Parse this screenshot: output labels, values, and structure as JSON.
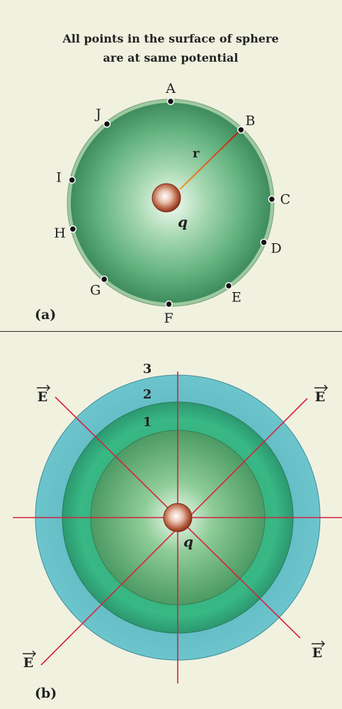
{
  "panel_a": {
    "title_line1": "All points in the surface of sphere",
    "title_line2": "are at same potential",
    "radius_label": "r",
    "charge_label": "q",
    "panel_label": "(a)",
    "points": [
      {
        "label": "A",
        "angle_deg": 90
      },
      {
        "label": "B",
        "angle_deg": 46
      },
      {
        "label": "C",
        "angle_deg": 2
      },
      {
        "label": "D",
        "angle_deg": -23
      },
      {
        "label": "E",
        "angle_deg": -55
      },
      {
        "label": "F",
        "angle_deg": -91
      },
      {
        "label": "G",
        "angle_deg": -131
      },
      {
        "label": "H",
        "angle_deg": -165
      },
      {
        "label": "I",
        "angle_deg": 167
      },
      {
        "label": "J",
        "angle_deg": 129
      }
    ]
  },
  "panel_b": {
    "shell_labels": [
      "1",
      "2",
      "3"
    ],
    "charge_label": "q",
    "field_label": "E",
    "panel_label": "(b)"
  },
  "colors": {
    "background": "#f1f1e0",
    "line_red": "#d8213f",
    "sphere_green": "#3f9a66",
    "shell_teal": "#5cb8c0",
    "charge_brown": "#a9452c"
  }
}
